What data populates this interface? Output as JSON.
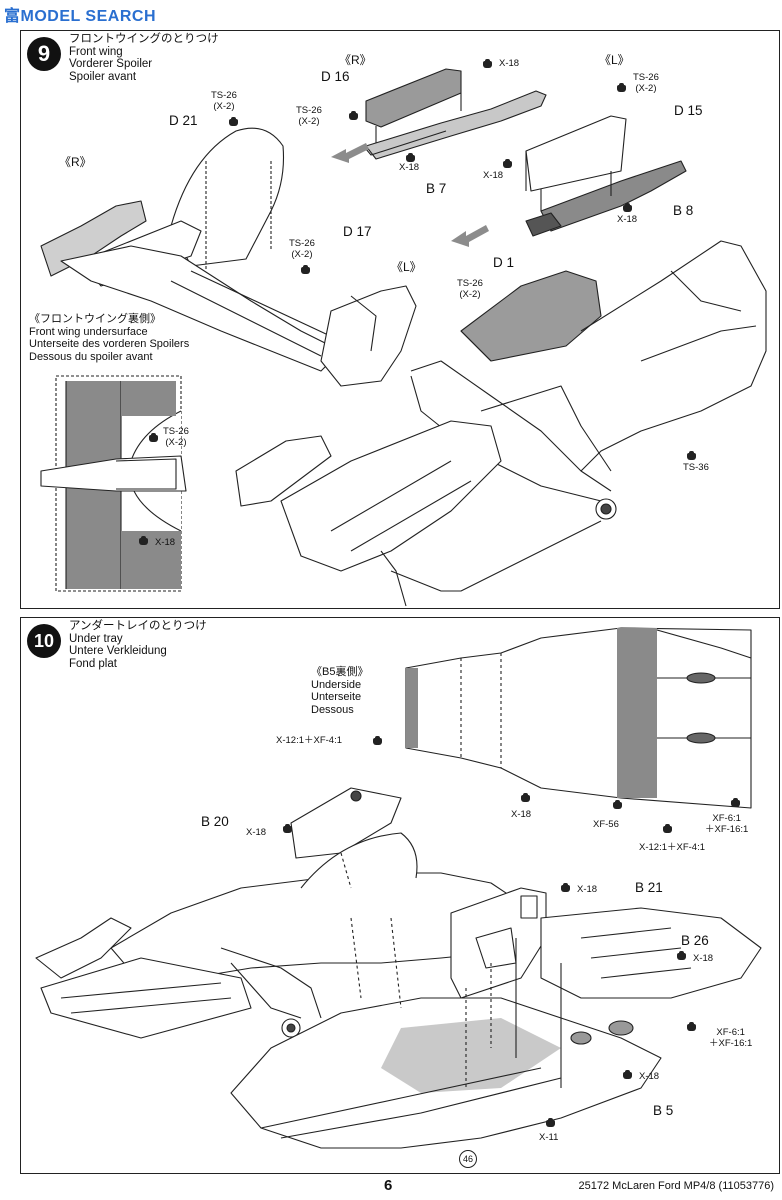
{
  "watermark": {
    "cn": "富",
    "brand": "MODEL",
    "site": "SEARCH",
    "text": "富MODEL SEARCH"
  },
  "step9": {
    "number": "9",
    "title_jp": "フロントウイングのとりつけ",
    "title_en": "Front wing",
    "title_de": "Vorderer Spoiler",
    "title_fr": "Spoiler avant",
    "underside_jp": "《フロントウイング裏側》",
    "underside_en": "Front wing undersurface",
    "underside_de": "Unterseite des vorderen Spoilers",
    "underside_fr": "Dessous du spoiler avant",
    "labels": {
      "R1": "《R》",
      "R2": "《R》",
      "L1": "《L》",
      "L2": "《L》",
      "D16": "D 16",
      "D21": "D 21",
      "D15": "D 15",
      "D17": "D 17",
      "D1": "D 1",
      "B7": "B 7",
      "B8": "B 8",
      "X18": "X-18",
      "TS26": "TS-26",
      "X2": "(X-2)",
      "TS36": "TS-36"
    }
  },
  "step10": {
    "number": "10",
    "title_jp": "アンダートレイのとりつけ",
    "title_en": "Under tray",
    "title_de": "Untere Verkleidung",
    "title_fr": "Fond plat",
    "underside_jp": "《B5裏側》",
    "underside_en": "Underside",
    "underside_de": "Unterseite",
    "underside_fr": "Dessous",
    "labels": {
      "B20": "B 20",
      "B21": "B 21",
      "B26": "B 26",
      "B5": "B 5",
      "X18": "X-18",
      "X11": "X-11",
      "XF56": "XF-56",
      "mix1": "X-12:1＋XF-4:1",
      "mix2a": "XF-6:1",
      "mix2b": "＋XF-16:1",
      "circle46": "46"
    }
  },
  "footer": {
    "page": "6",
    "code": "25172  McLaren Ford MP4/8 (11053776)"
  }
}
